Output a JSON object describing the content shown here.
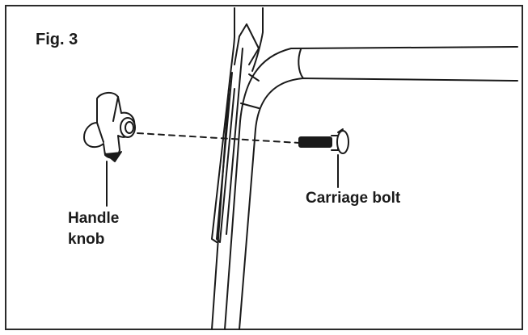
{
  "figure": {
    "title": "Fig. 3"
  },
  "parts": {
    "handle_knob": {
      "label_line1": "Handle",
      "label_line2": "knob"
    },
    "carriage_bolt": {
      "label": "Carriage bolt"
    }
  },
  "colors": {
    "line": "#1a1a1a",
    "frame_border": "#2a2a2a",
    "background": "#ffffff"
  }
}
